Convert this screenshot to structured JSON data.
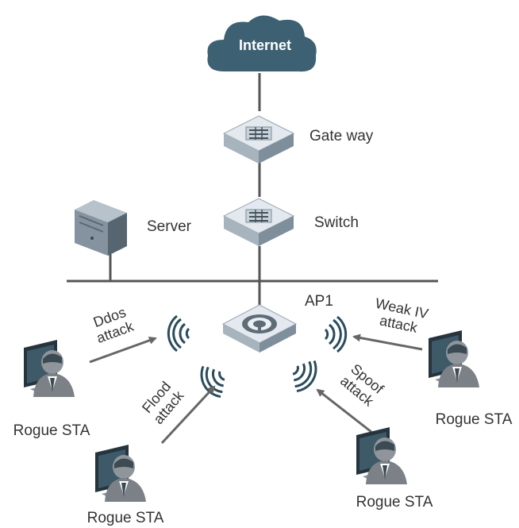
{
  "diagram": {
    "internet_label": "Internet",
    "gateway_label": "Gate way",
    "switch_label": "Switch",
    "server_label": "Server",
    "ap_label": "AP1",
    "rogue_label": "Rogue STA",
    "attacks": {
      "ddos_line1": "Ddos",
      "ddos_line2": "attack",
      "flood_line1": "Flood",
      "flood_line2": "attack",
      "spoof_line1": "Spoof",
      "spoof_line2": "attack",
      "weakiv_line1": "Weak IV",
      "weakiv_line2": "attack"
    },
    "colors": {
      "cloud": "#3d6172",
      "device_top": "#dfe6ec",
      "device_side": "#8a9aa8",
      "line": "#555555",
      "arrow": "#666666",
      "signal": "#2b4c5c",
      "person": "#7a7f83",
      "monitor": "#1f2b33"
    }
  }
}
